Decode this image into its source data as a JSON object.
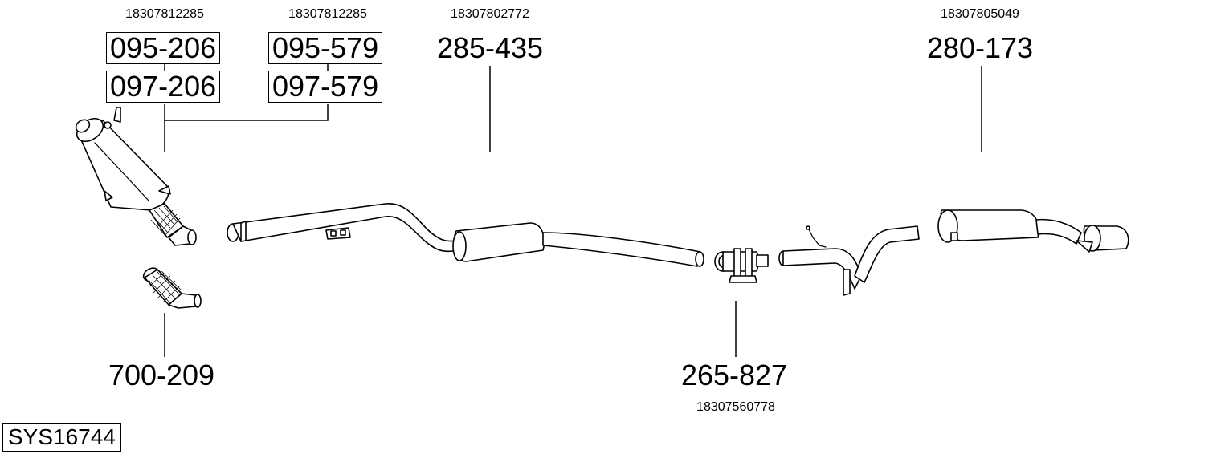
{
  "system_code": "SYS16744",
  "parts": [
    {
      "part_number": "095-206",
      "oe_number": "18307812285",
      "boxed": true
    },
    {
      "part_number": "097-206",
      "oe_number": "",
      "boxed": true
    },
    {
      "part_number": "095-579",
      "oe_number": "18307812285",
      "boxed": true
    },
    {
      "part_number": "097-579",
      "oe_number": "",
      "boxed": true
    },
    {
      "part_number": "285-435",
      "oe_number": "18307802772",
      "boxed": false
    },
    {
      "part_number": "280-173",
      "oe_number": "18307805049",
      "boxed": false
    },
    {
      "part_number": "700-209",
      "oe_number": "",
      "boxed": false
    },
    {
      "part_number": "265-827",
      "oe_number": "18307560778",
      "boxed": false
    }
  ]
}
